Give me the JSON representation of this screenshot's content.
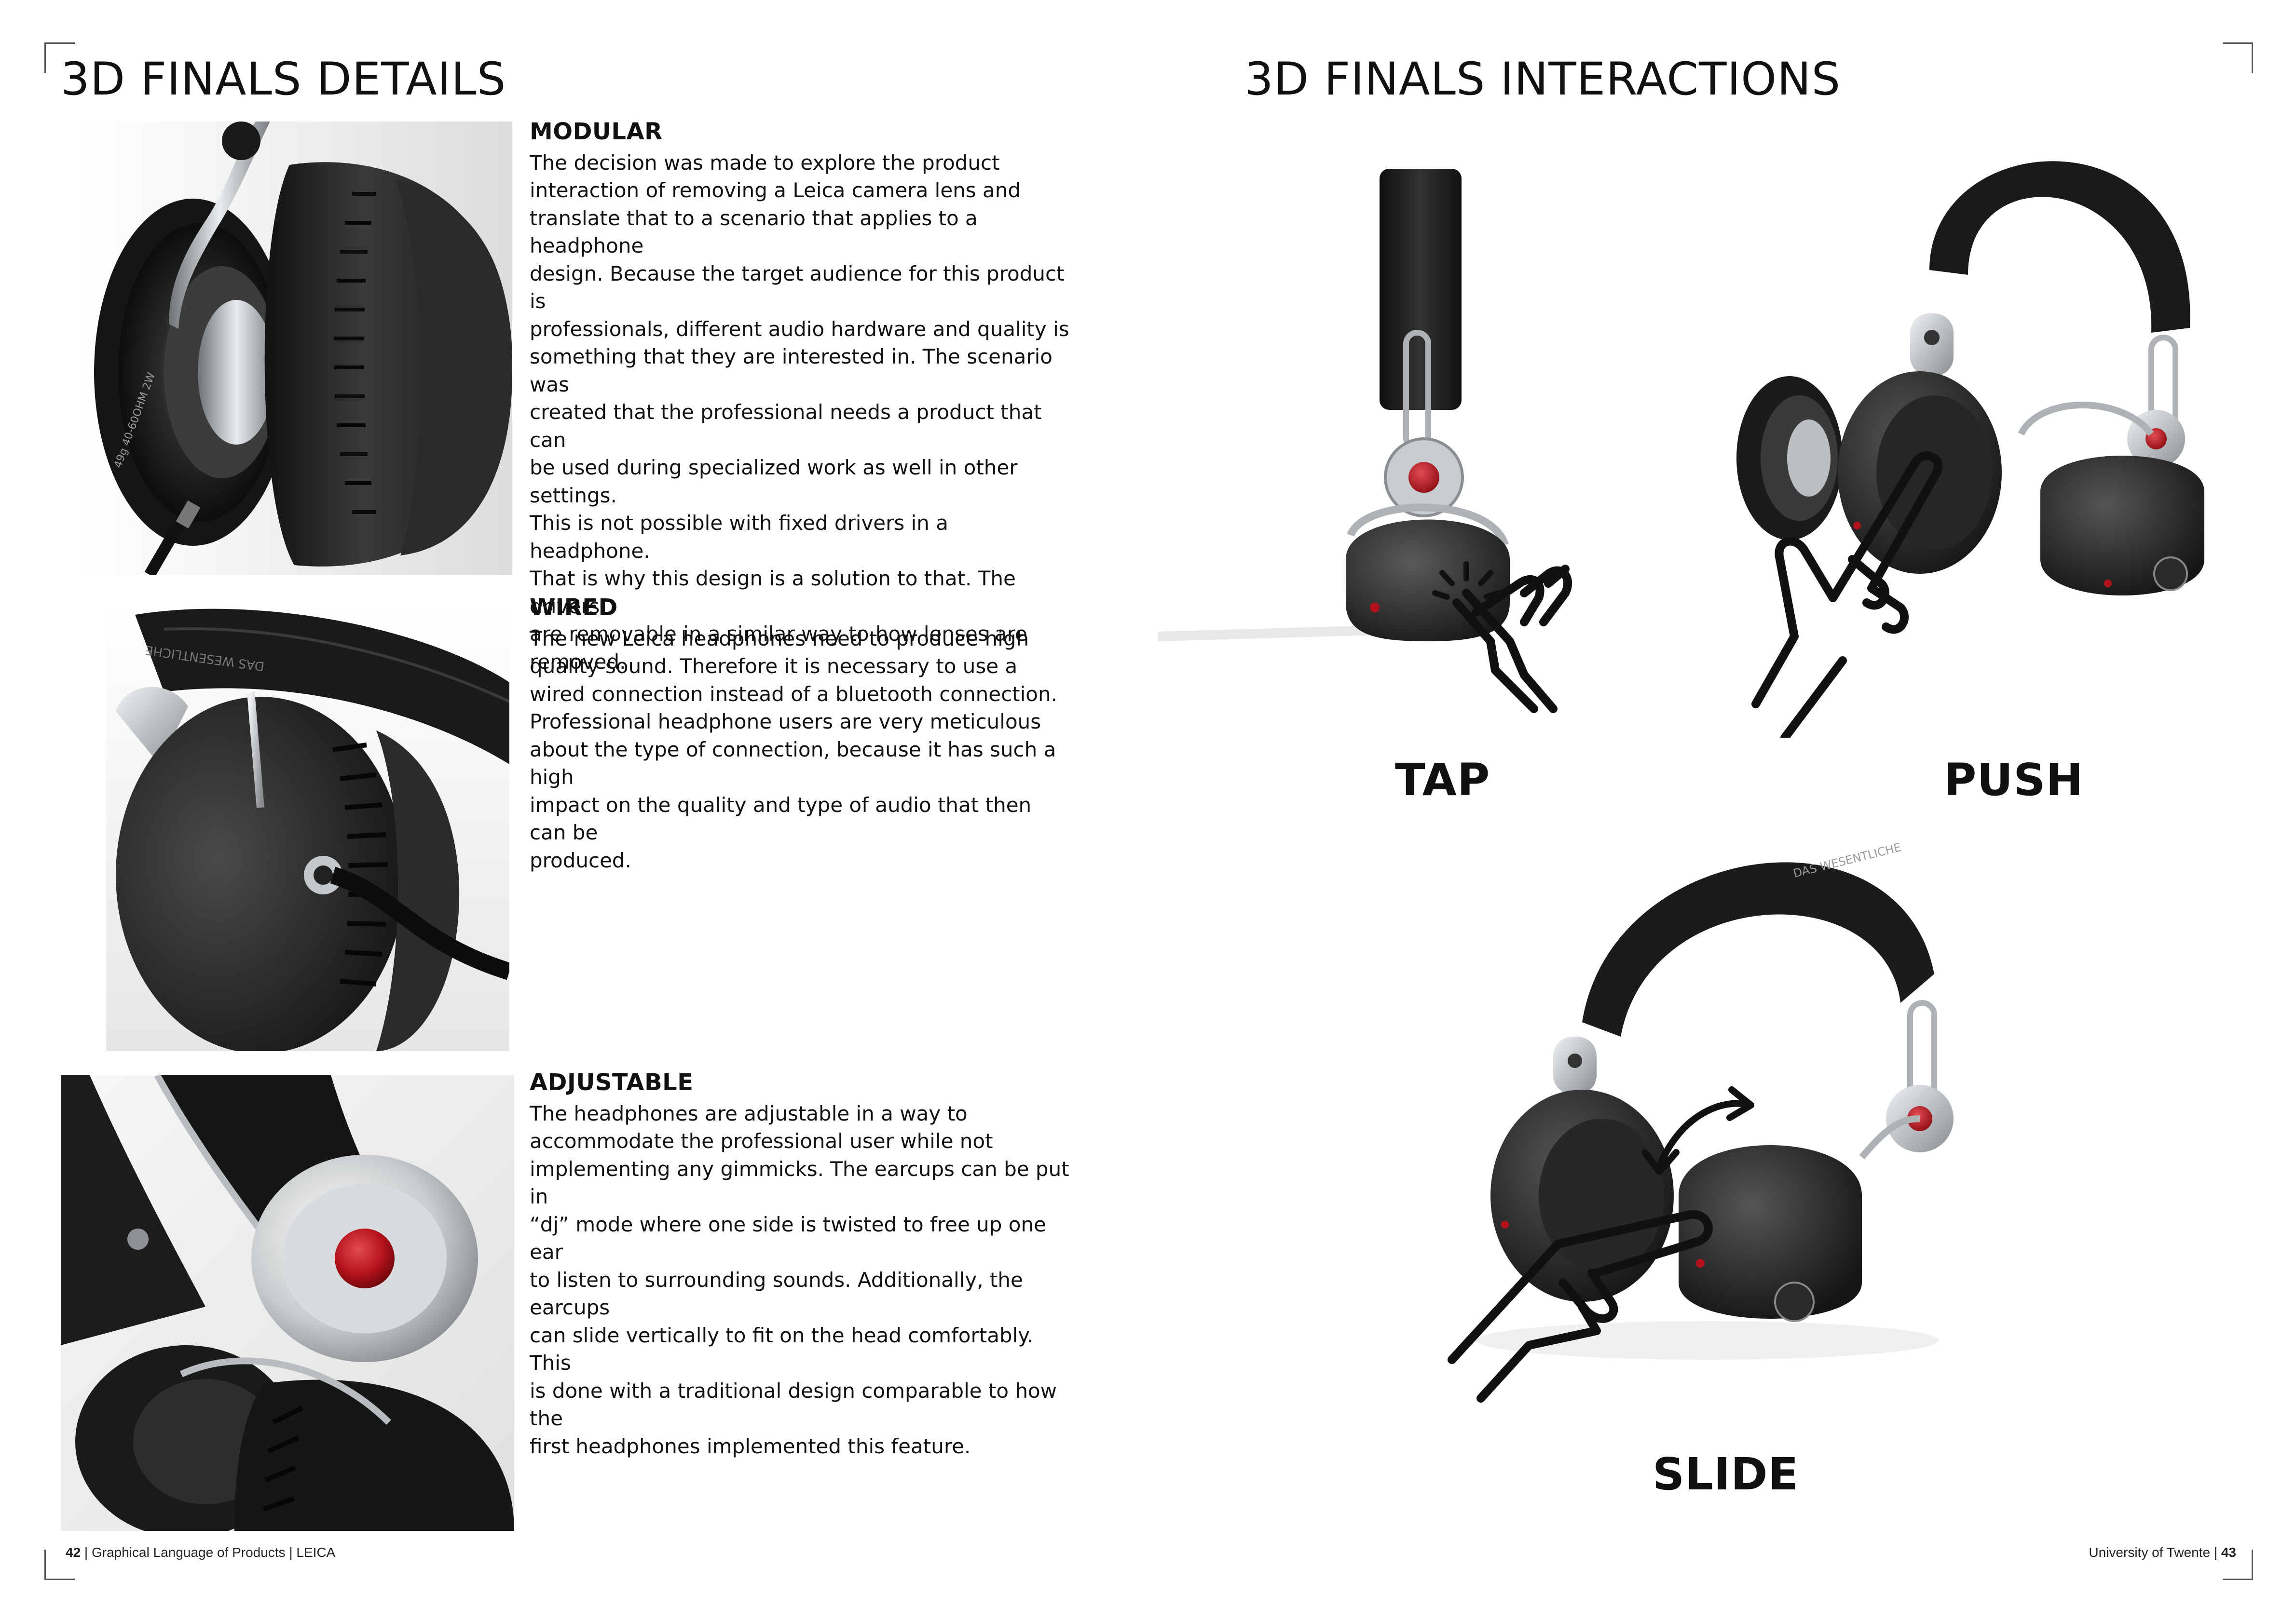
{
  "left_page": {
    "title": "3D FINALS DETAILS",
    "features": [
      {
        "heading": "MODULAR",
        "body": "The decision was made to explore the product\ninteraction of removing a Leica camera lens and\ntranslate that to a scenario that applies to a headphone\ndesign. Because the target audience for this product is\nprofessionals, different audio hardware and quality is\nsomething that they are interested in. The scenario was\ncreated that the professional needs a product that can\nbe used during specialized work as well in other settings.\nThis is not possible with fixed drivers in a headphone.\nThat is why this design is a solution to that. The drivers\nare removable in a similar way to how lenses are\nremoved."
      },
      {
        "heading": "WIRED",
        "body": "The new Leica headphones need to produce high\nquality sound. Therefore it is necessary to use a\nwired connection instead of a bluetooth connection.\nProfessional headphone users are very meticulous\nabout the type of connection, because it has such a high\nimpact on the quality and type of audio that then can be\nproduced."
      },
      {
        "heading": "ADJUSTABLE",
        "body": "The headphones are adjustable in a way to\naccommodate the professional user while not\nimplementing any gimmicks. The earcups can be put in\n“dj” mode where one side is twisted to free up one ear\nto listen to surrounding sounds. Additionally, the earcups\ncan slide vertically to fit on the head comfortably. This\nis done with a traditional design comparable to how the\nfirst headphones implemented this feature."
      }
    ],
    "photo_text": {
      "driver_ring": "49g  40-60OHM  2W",
      "headband_emboss": "DAS WESENTLICHE"
    },
    "footer": {
      "page_number": "42",
      "text": " | Graphical Language of Products | LEICA"
    }
  },
  "right_page": {
    "title": "3D FINALS INTERACTIONS",
    "interactions": {
      "tap": "TAP",
      "push": "PUSH",
      "slide": "SLIDE"
    },
    "headband_emboss": "DAS WESENTLICHE",
    "footer": {
      "text": "University of Twente | ",
      "page_number": "43"
    }
  },
  "colors": {
    "leica_red": "#b3121a",
    "earcup_black": "#1b1b1b",
    "metal": "#b8bcc0",
    "text": "#111111"
  }
}
